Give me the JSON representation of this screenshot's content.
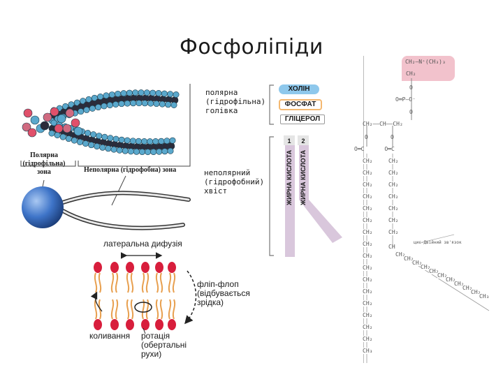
{
  "title": "Фосфоліпіди",
  "model": {
    "polar_zone_label": "Полярна (гідрофільна) зона",
    "nonpolar_zone_label": "Неполярна (гідрофобна) зона"
  },
  "schema": {
    "polar_head": "полярна (гідрофільна) голівка",
    "nonpolar_tail": "неполярний (гідрофобний) хвіст",
    "choline": "ХОЛІН",
    "phosphate": "ФОСФАТ",
    "glycerol": "ГЛІЦЕРОЛ",
    "chain1_num": "1",
    "chain2_num": "2",
    "fatty_acid_1": "ЖИРНА КИСЛОТА",
    "fatty_acid_2": "ЖИРНА КИСЛОТА"
  },
  "bilayer": {
    "lateral_diffusion": "латеральна дифузія",
    "flip_flop": "фліп-флоп (відбувається зрідка)",
    "oscillation": "коливання",
    "rotation": "ротація (обертальні рухи)"
  },
  "formula": {
    "head_top": "CH₂—N⁺(CH₃)₃",
    "ch2_a": "CH₂",
    "o_a": "O",
    "phosphate_row": "O═P—O⁻",
    "o_b": "O",
    "glycerol_row": "CH₂——CH——CH₂",
    "o_c": "O",
    "o_d": "O",
    "carbonyl_row": "O═C      O═C",
    "double_bond_note": "цис-Двійний зв'язок",
    "ch": "CH",
    "chain_unit": "CH₂",
    "chain_end": "CH₃"
  },
  "colors": {
    "head_red": "#d81e3c",
    "tail_orange": "#e8a050",
    "sphere_blue": "#3e74c8",
    "atom_blue": "#5aa8cc",
    "atom_dark": "#2c2c3a",
    "atom_red": "#e0506a",
    "pill_blue": "#8ec8ec",
    "pink": "#f2c2cc",
    "lilac": "#d9c7dc"
  }
}
